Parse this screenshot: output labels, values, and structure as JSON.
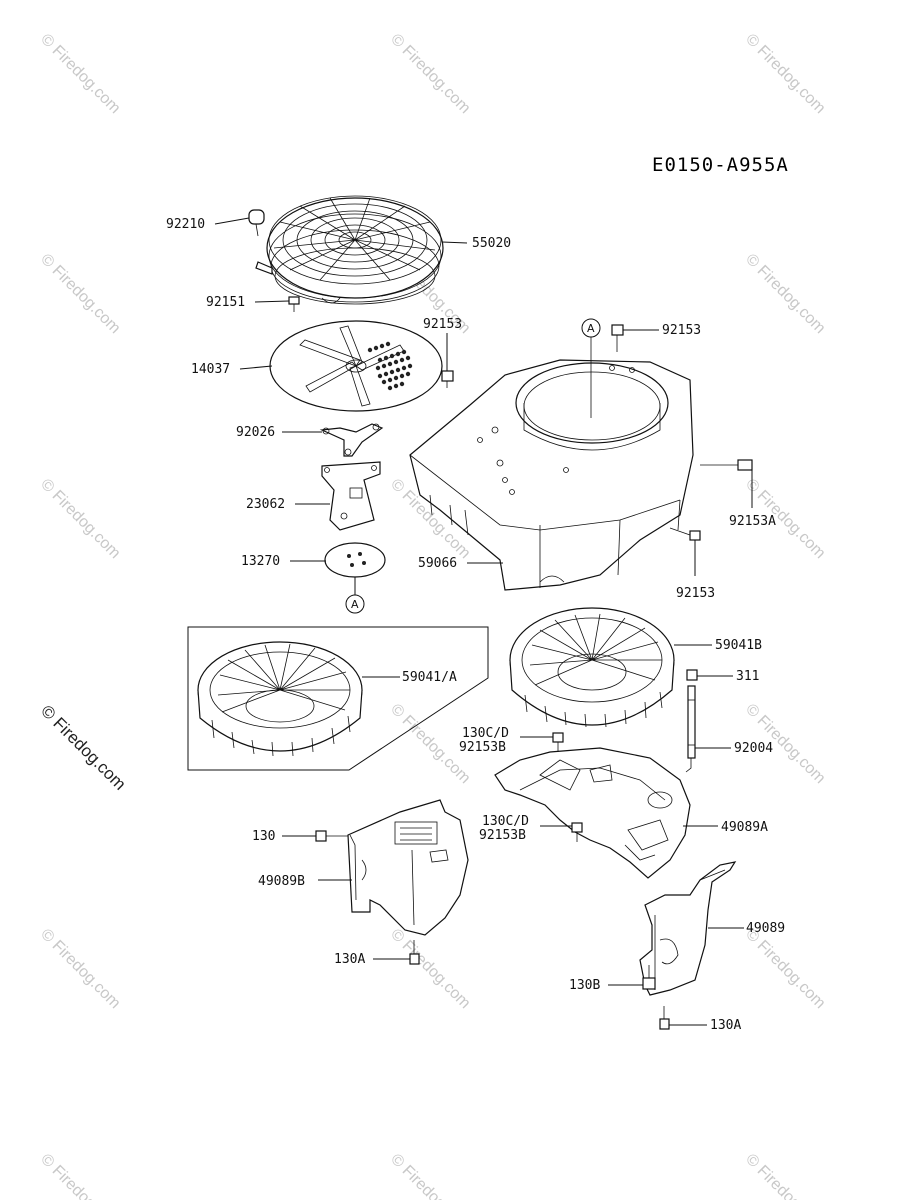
{
  "diagram_code": "E0150-A955A",
  "watermark": {
    "text": "© Firedog.com"
  },
  "labels": {
    "p92210": "92210",
    "p55020": "55020",
    "p92151": "92151",
    "p92153_top": "92153",
    "p14037": "14037",
    "p92153_right": "92153",
    "p92026": "92026",
    "p23062": "23062",
    "p13270": "13270",
    "p92153A": "92153A",
    "p59066": "59066",
    "p92153_bottom": "92153",
    "p59041B": "59041B",
    "p59041A": "59041/A",
    "p311": "311",
    "p130CD_1": "130C/D",
    "p92153B_1": "92153B",
    "p92004": "92004",
    "p130CD_2": "130C/D",
    "p92153B_2": "92153B",
    "p49089A": "49089A",
    "p130": "130",
    "p49089B": "49089B",
    "p49089": "49089",
    "p130A_left": "130A",
    "p130B": "130B",
    "p130A_right": "130A"
  },
  "ref_markers": {
    "upper": "A",
    "lower": "A"
  }
}
